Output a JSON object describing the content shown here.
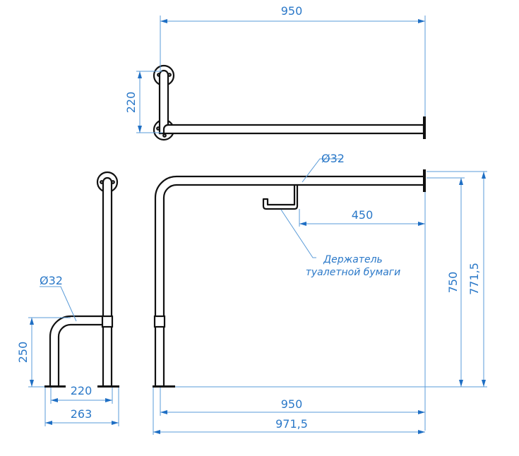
{
  "drawing": {
    "top_view": {
      "width_dim": "950",
      "height_dim": "220"
    },
    "side_view": {
      "diameter": "Ø32",
      "height_dim": "250",
      "inner_width_dim": "220",
      "outer_width_dim": "263"
    },
    "front_view": {
      "diameter": "Ø32",
      "holder_offset_dim": "450",
      "holder_label_line1": "Держатель",
      "holder_label_line2": "туалетной бумаги",
      "height_dim": "750",
      "total_height_dim": "771,5",
      "width_dim": "950",
      "total_width_dim": "971,5"
    }
  },
  "colors": {
    "outline": "#111111",
    "dimension": "#2a78c8"
  }
}
